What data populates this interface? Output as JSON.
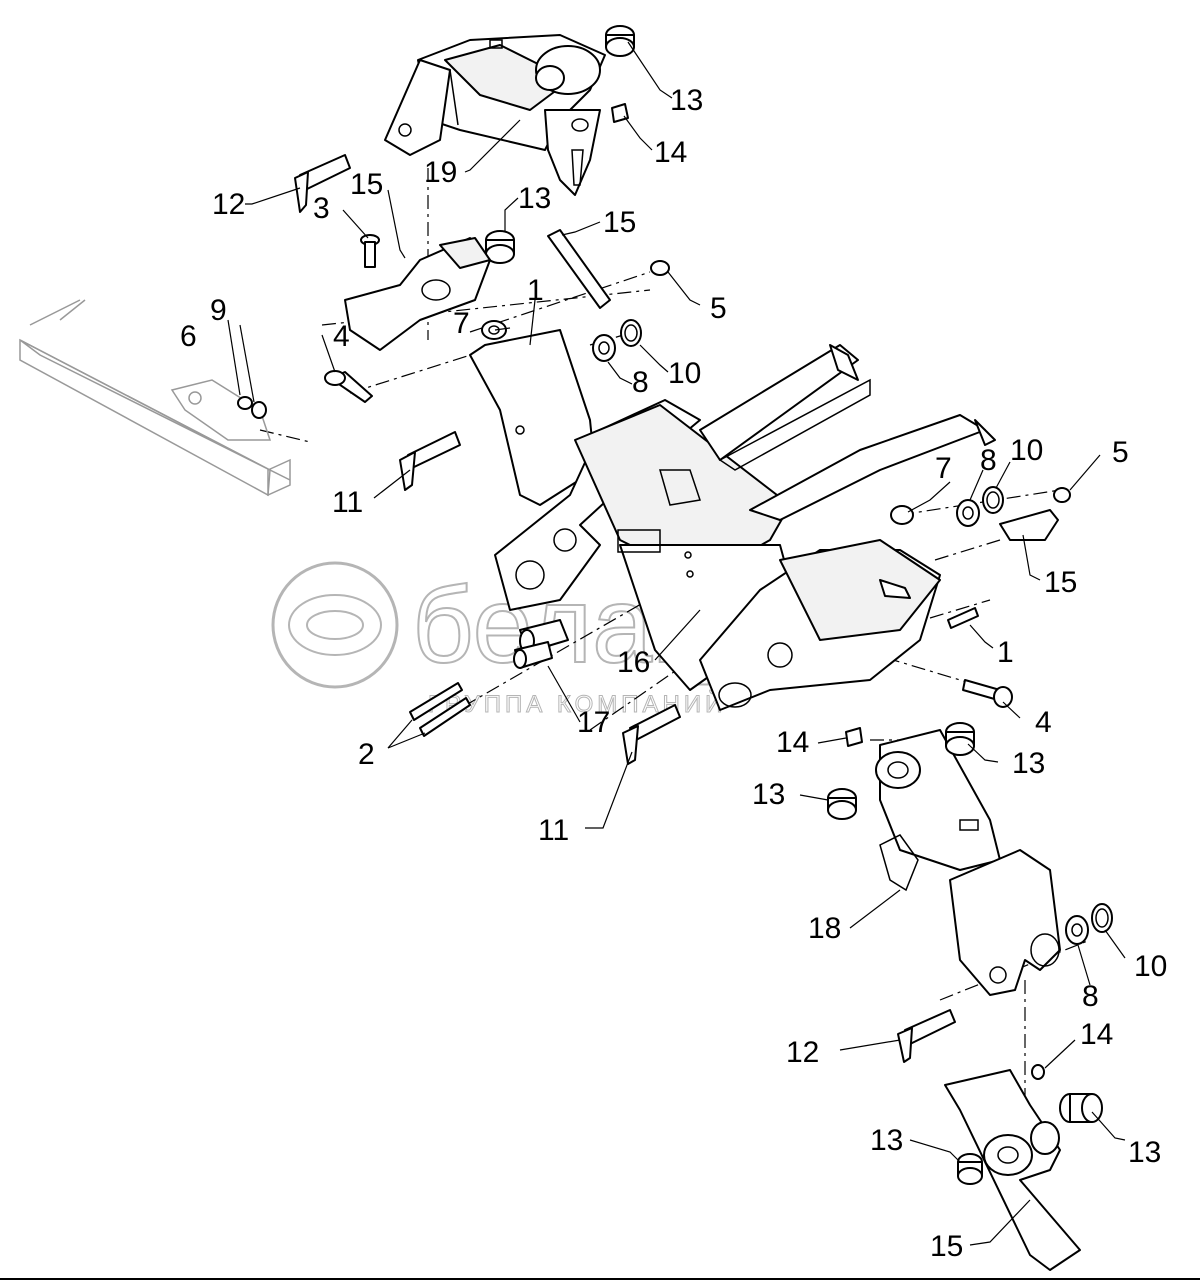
{
  "diagram": {
    "watermark": {
      "brand": "белагро",
      "tagline": "ГРУППА КОМПАНИЙ"
    },
    "callouts": [
      {
        "id": "c13a",
        "text": "13"
      },
      {
        "id": "c14a",
        "text": "14"
      },
      {
        "id": "c19",
        "text": "19"
      },
      {
        "id": "c12a",
        "text": "12"
      },
      {
        "id": "c15a",
        "text": "15"
      },
      {
        "id": "c3",
        "text": "3"
      },
      {
        "id": "c13b",
        "text": "13"
      },
      {
        "id": "c15b",
        "text": "15"
      },
      {
        "id": "c1a",
        "text": "1"
      },
      {
        "id": "c5a",
        "text": "5"
      },
      {
        "id": "c9",
        "text": "9"
      },
      {
        "id": "c6",
        "text": "6"
      },
      {
        "id": "c4a",
        "text": "4"
      },
      {
        "id": "c7a",
        "text": "7"
      },
      {
        "id": "c8a",
        "text": "8"
      },
      {
        "id": "c10a",
        "text": "10"
      },
      {
        "id": "c11a",
        "text": "11"
      },
      {
        "id": "c7b",
        "text": "7"
      },
      {
        "id": "c8b",
        "text": "8"
      },
      {
        "id": "c10b",
        "text": "10"
      },
      {
        "id": "c5b",
        "text": "5"
      },
      {
        "id": "c15c",
        "text": "15"
      },
      {
        "id": "c1b",
        "text": "1"
      },
      {
        "id": "c16",
        "text": "16"
      },
      {
        "id": "c4b",
        "text": "4"
      },
      {
        "id": "c17",
        "text": "17"
      },
      {
        "id": "c2",
        "text": "2"
      },
      {
        "id": "c14b",
        "text": "14"
      },
      {
        "id": "c13c",
        "text": "13"
      },
      {
        "id": "c13d",
        "text": "13"
      },
      {
        "id": "c11b",
        "text": "11"
      },
      {
        "id": "c18",
        "text": "18"
      },
      {
        "id": "c10c",
        "text": "10"
      },
      {
        "id": "c8c",
        "text": "8"
      },
      {
        "id": "c12b",
        "text": "12"
      },
      {
        "id": "c14c",
        "text": "14"
      },
      {
        "id": "c13e",
        "text": "13"
      },
      {
        "id": "c13f",
        "text": "13"
      },
      {
        "id": "c15d",
        "text": "15"
      }
    ]
  }
}
